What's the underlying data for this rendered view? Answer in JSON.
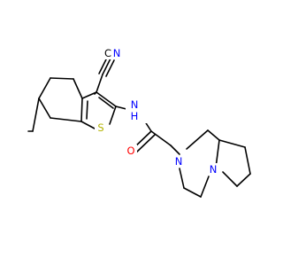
{
  "atoms": {
    "cyano_N": {
      "label": "N",
      "color": "#0000ff"
    },
    "cyano_C": {
      "label": "C",
      "color": "#000000"
    },
    "amide_N": {
      "label": "N",
      "color": "#0000ff"
    },
    "amide_H": {
      "label": "H",
      "color": "#0000ff"
    },
    "thiophene_S": {
      "label": "S",
      "color": "#b3b300"
    },
    "carbonyl_O": {
      "label": "O",
      "color": "#ff0000"
    },
    "piperazine_N1": {
      "label": "N",
      "color": "#0000ff"
    },
    "piperazine_N2": {
      "label": "N",
      "color": "#0000ff"
    }
  }
}
